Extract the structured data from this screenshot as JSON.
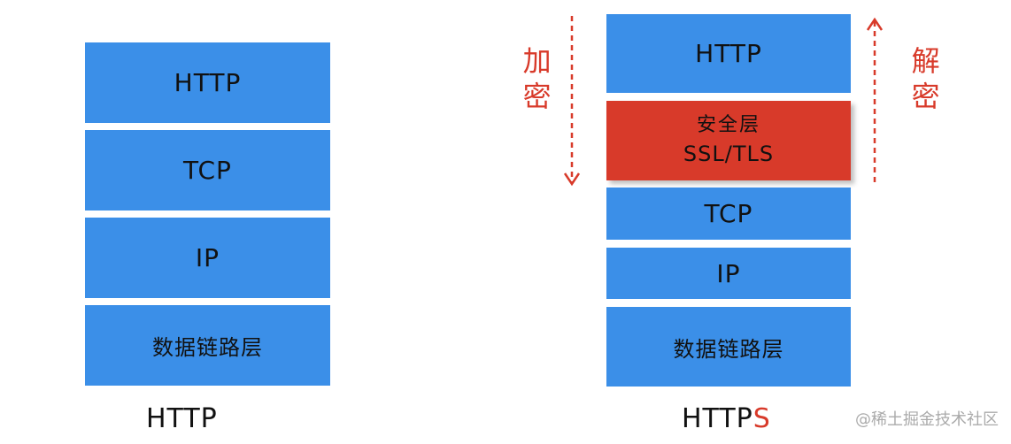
{
  "left_stack": {
    "layers": [
      "HTTP",
      "TCP",
      "IP",
      "数据链路层"
    ],
    "caption": "HTTP"
  },
  "right_stack": {
    "layers": {
      "http": "HTTP",
      "ssl_line1": "安全层",
      "ssl_line2": "SSL/TLS",
      "tcp": "TCP",
      "ip": "IP",
      "link": "数据链路层"
    },
    "caption_main": "HTTP",
    "caption_suffix": "S"
  },
  "annotations": {
    "encrypt": "加密",
    "decrypt": "解密"
  },
  "watermark": "@稀土掘金技术社区",
  "colors": {
    "layer_blue": "#3b8fe8",
    "security_red": "#d83a2a",
    "text": "#111111"
  }
}
